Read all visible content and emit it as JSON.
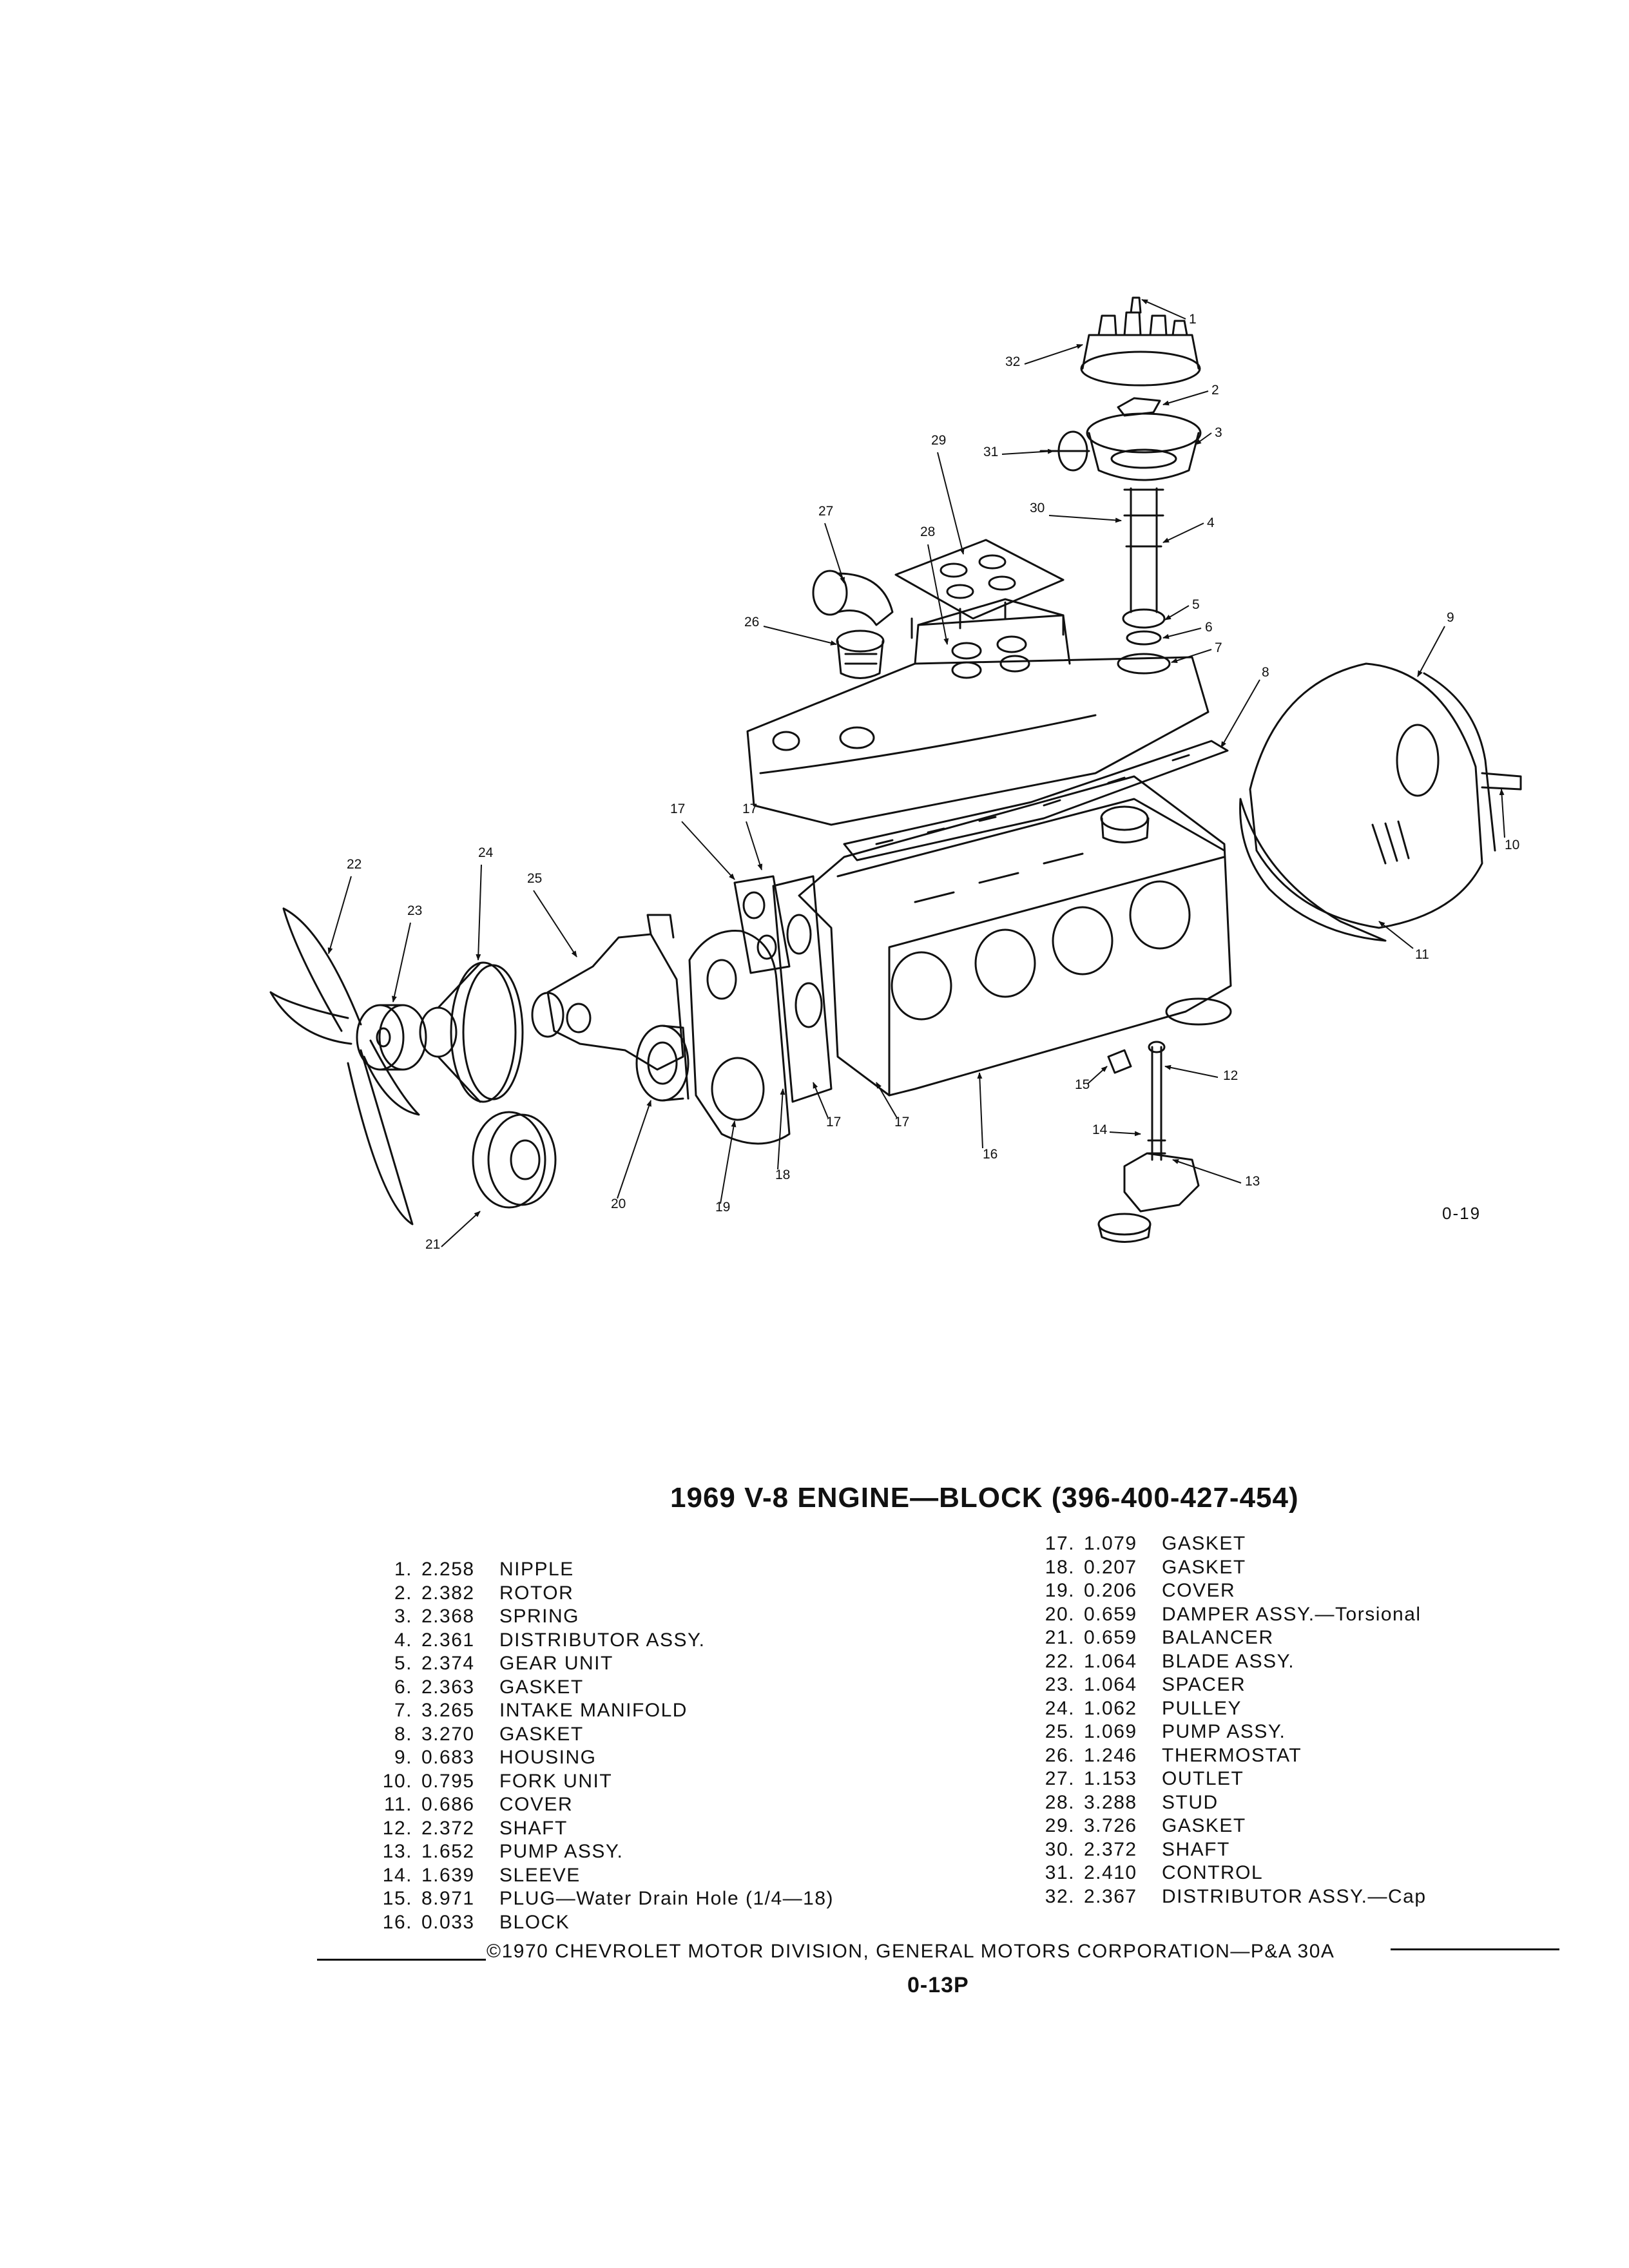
{
  "figure_code": "0-19",
  "title": "1969 V-8 ENGINE—BLOCK (396-400-427-454)",
  "callouts": [
    "1",
    "2",
    "3",
    "4",
    "5",
    "6",
    "7",
    "8",
    "9",
    "10",
    "11",
    "12",
    "13",
    "14",
    "15",
    "16",
    "17",
    "17",
    "17",
    "17",
    "18",
    "19",
    "20",
    "21",
    "22",
    "23",
    "24",
    "25",
    "26",
    "27",
    "28",
    "29",
    "30",
    "31",
    "32"
  ],
  "parts_left": [
    {
      "num": "1.",
      "ref": "2.258",
      "name": "NIPPLE"
    },
    {
      "num": "2.",
      "ref": "2.382",
      "name": "ROTOR"
    },
    {
      "num": "3.",
      "ref": "2.368",
      "name": "SPRING"
    },
    {
      "num": "4.",
      "ref": "2.361",
      "name": "DISTRIBUTOR ASSY."
    },
    {
      "num": "5.",
      "ref": "2.374",
      "name": "GEAR UNIT"
    },
    {
      "num": "6.",
      "ref": "2.363",
      "name": "GASKET"
    },
    {
      "num": "7.",
      "ref": "3.265",
      "name": "INTAKE MANIFOLD"
    },
    {
      "num": "8.",
      "ref": "3.270",
      "name": "GASKET"
    },
    {
      "num": "9.",
      "ref": "0.683",
      "name": "HOUSING"
    },
    {
      "num": "10.",
      "ref": "0.795",
      "name": "FORK UNIT"
    },
    {
      "num": "11.",
      "ref": "0.686",
      "name": "COVER"
    },
    {
      "num": "12.",
      "ref": "2.372",
      "name": "SHAFT"
    },
    {
      "num": "13.",
      "ref": "1.652",
      "name": "PUMP ASSY."
    },
    {
      "num": "14.",
      "ref": "1.639",
      "name": "SLEEVE"
    },
    {
      "num": "15.",
      "ref": "8.971",
      "name": "PLUG—Water Drain Hole (1/4—18)"
    },
    {
      "num": "16.",
      "ref": "0.033",
      "name": "BLOCK"
    }
  ],
  "parts_right": [
    {
      "num": "17.",
      "ref": "1.079",
      "name": "GASKET"
    },
    {
      "num": "18.",
      "ref": "0.207",
      "name": "GASKET"
    },
    {
      "num": "19.",
      "ref": "0.206",
      "name": "COVER"
    },
    {
      "num": "20.",
      "ref": "0.659",
      "name": "DAMPER ASSY.—Torsional"
    },
    {
      "num": "21.",
      "ref": "0.659",
      "name": "BALANCER"
    },
    {
      "num": "22.",
      "ref": "1.064",
      "name": "BLADE ASSY."
    },
    {
      "num": "23.",
      "ref": "1.064",
      "name": "SPACER"
    },
    {
      "num": "24.",
      "ref": "1.062",
      "name": "PULLEY"
    },
    {
      "num": "25.",
      "ref": "1.069",
      "name": "PUMP ASSY."
    },
    {
      "num": "26.",
      "ref": "1.246",
      "name": "THERMOSTAT"
    },
    {
      "num": "27.",
      "ref": "1.153",
      "name": "OUTLET"
    },
    {
      "num": "28.",
      "ref": "3.288",
      "name": "STUD"
    },
    {
      "num": "29.",
      "ref": "3.726",
      "name": "GASKET"
    },
    {
      "num": "30.",
      "ref": "2.372",
      "name": "SHAFT"
    },
    {
      "num": "31.",
      "ref": "2.410",
      "name": "CONTROL"
    },
    {
      "num": "32.",
      "ref": "2.367",
      "name": "DISTRIBUTOR ASSY.—Cap"
    }
  ],
  "copyright": "©1970 CHEVROLET MOTOR DIVISION, GENERAL MOTORS CORPORATION—P&A 30A",
  "page_code": "0-13P"
}
